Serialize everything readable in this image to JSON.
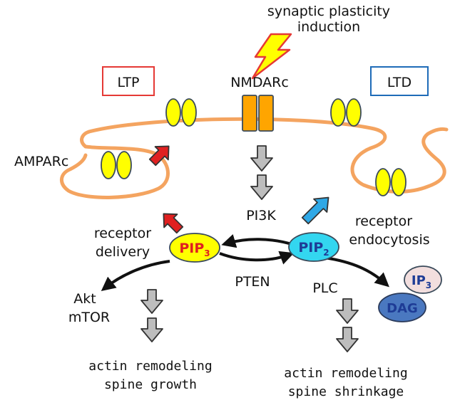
{
  "trigger": {
    "line1": "synaptic plasticity",
    "line2": "induction",
    "icon": "lightning-bolt-icon"
  },
  "boxes": {
    "ltp": "LTP",
    "ltd": "LTD"
  },
  "labels": {
    "nmdarc": "NMDARc",
    "amparc": "AMPARc",
    "pi3k": "PI3K",
    "pten": "PTEN",
    "plc": "PLC",
    "akt": "Akt",
    "mtor": "mTOR",
    "receptor_delivery_1": "receptor",
    "receptor_delivery_2": "delivery",
    "receptor_endocytosis_1": "receptor",
    "receptor_endocytosis_2": "endocytosis",
    "ltp_outcome_1": "actin remodeling",
    "ltp_outcome_2": "spine growth",
    "ltd_outcome_1": "actin remodeling",
    "ltd_outcome_2": "spine shrinkage"
  },
  "molecules": {
    "pip3_base": "PIP",
    "pip3_sub": "3",
    "pip2_base": "PIP",
    "pip2_sub": "2",
    "ip3_base": "IP",
    "ip3_sub": "3",
    "dag": "DAG"
  },
  "colors": {
    "membrane": "#F4A460",
    "ampar_fill": "#FFFF00",
    "nmdar_fill": "#FFA500",
    "ltp_box": "#E53935",
    "ltd_box": "#1E6BB8",
    "red_arrow": "#E02020",
    "blue_arrow": "#2FA8E6",
    "gray_arrow": "#BDBDBD",
    "pip3_fill": "#FFFF00",
    "pip3_text": "#E02020",
    "pip2_fill": "#33D6F0",
    "pip2_text": "#1E3C96",
    "ip3_fill": "#F2DEDE",
    "dag_fill": "#4A78C0"
  }
}
